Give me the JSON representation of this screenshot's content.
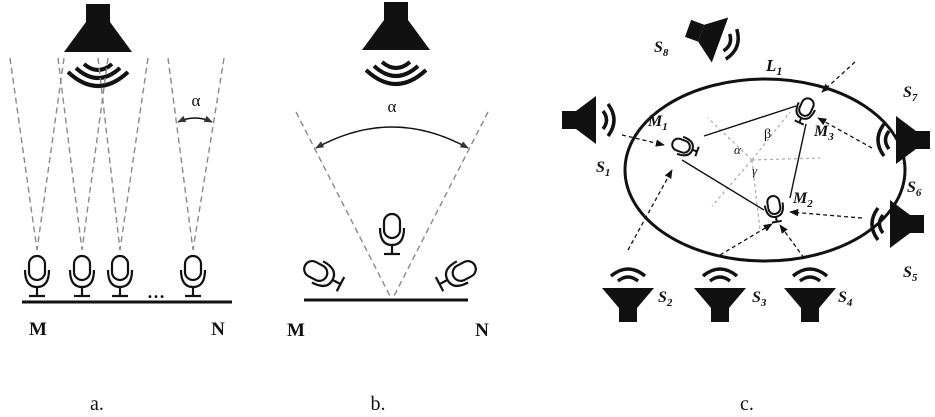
{
  "panels": {
    "a": {
      "caption": "a.",
      "angle_label": "α",
      "left_label": "M",
      "right_label": "N",
      "ellipsis": "…"
    },
    "b": {
      "caption": "b.",
      "angle_label": "α",
      "left_label": "M",
      "right_label": "N"
    },
    "c": {
      "caption": "c.",
      "region_label": {
        "main": "L",
        "sub": "1"
      },
      "angles": {
        "alpha": "α",
        "beta": "β",
        "gamma": "γ"
      },
      "mics": [
        {
          "main": "M",
          "sub": "1"
        },
        {
          "main": "M",
          "sub": "2"
        },
        {
          "main": "M",
          "sub": "3"
        }
      ],
      "sources": [
        {
          "main": "S",
          "sub": "1"
        },
        {
          "main": "S",
          "sub": "2"
        },
        {
          "main": "S",
          "sub": "3"
        },
        {
          "main": "S",
          "sub": "4"
        },
        {
          "main": "S",
          "sub": "5"
        },
        {
          "main": "S",
          "sub": "6"
        },
        {
          "main": "S",
          "sub": "7"
        },
        {
          "main": "S",
          "sub": "8"
        }
      ]
    }
  },
  "colors": {
    "ink": "#111111",
    "dash": "#8a8a8a",
    "background": "#ffffff"
  }
}
